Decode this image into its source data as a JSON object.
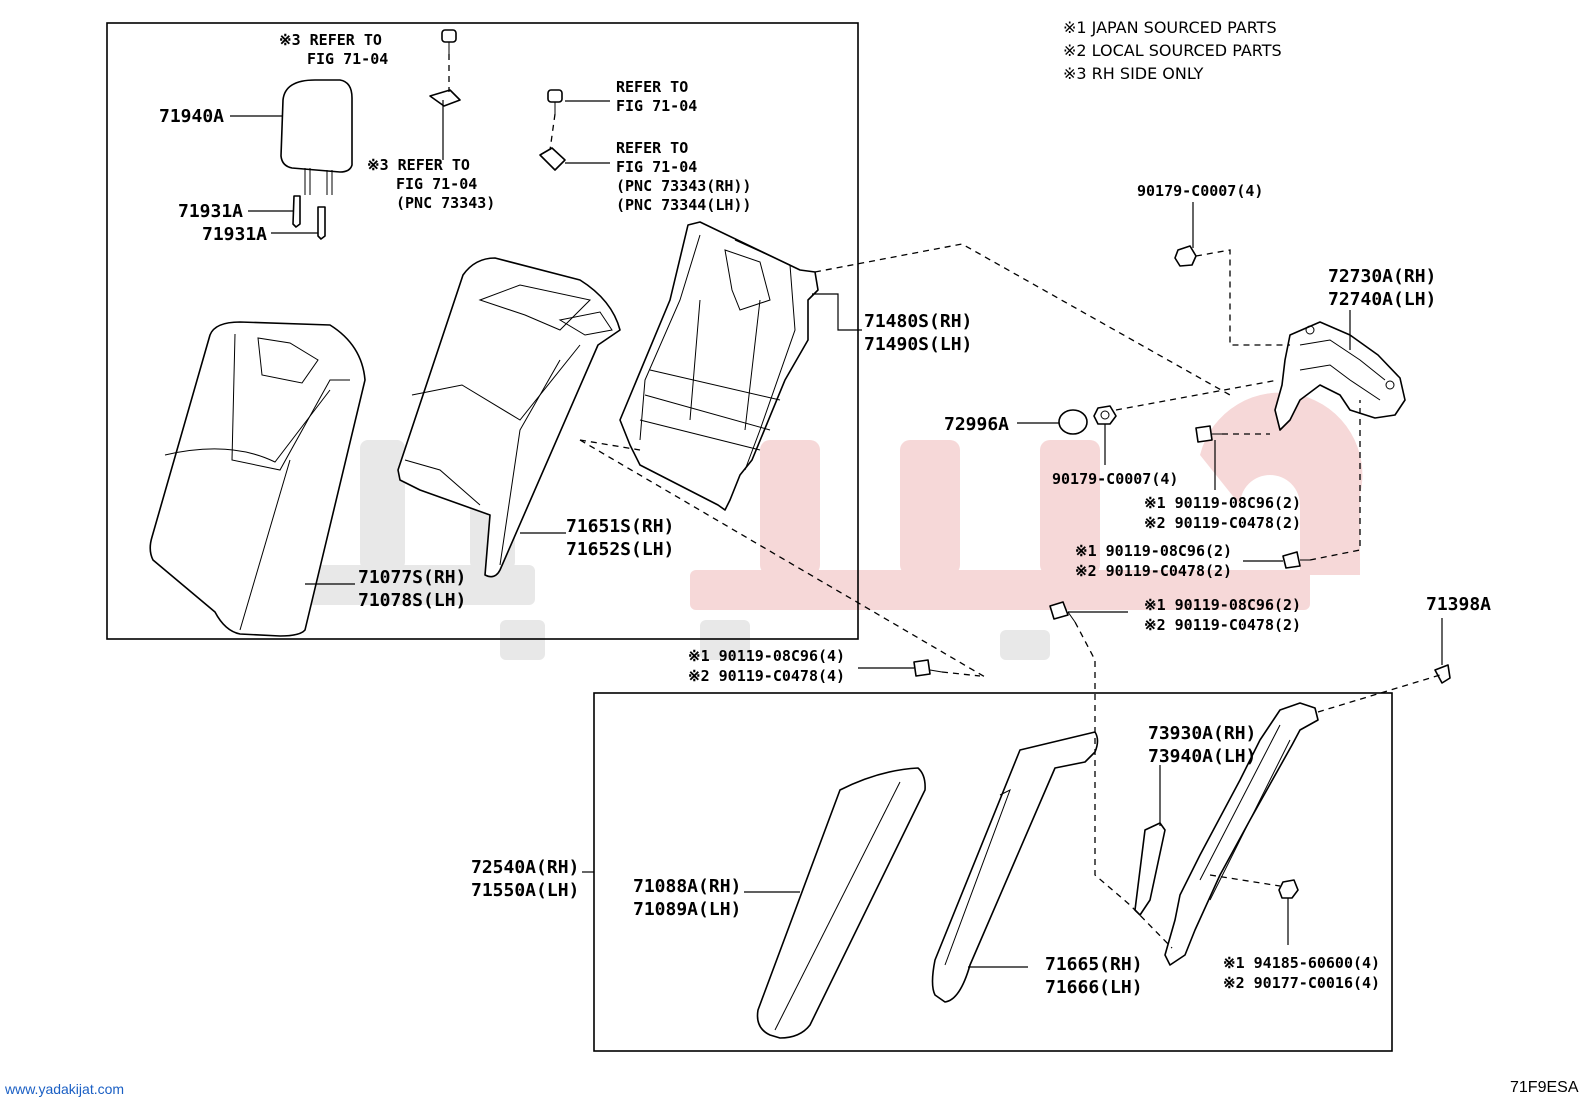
{
  "notes": {
    "note1": "※1 JAPAN SOURCED PARTS",
    "note2": "※2 LOCAL SOURCED PARTS",
    "note3": "※3 RH SIDE ONLY"
  },
  "labels": {
    "ref_a_1": "※3 REFER TO",
    "ref_a_2": "FIG 71-04",
    "ref_b_1": "REFER TO",
    "ref_b_2": "FIG 71-04",
    "ref_c_1": "※3 REFER TO",
    "ref_c_2": "FIG 71-04",
    "ref_c_3": "(PNC 73343)",
    "ref_d_1": "REFER TO",
    "ref_d_2": "FIG 71-04",
    "ref_d_3": "(PNC 73343(RH))",
    "ref_d_4": "(PNC 73344(LH))",
    "p71940A": "71940A",
    "p71931A_1": "71931A",
    "p71931A_2": "71931A",
    "p71480S": "71480S(RH)",
    "p71490S": "71490S(LH)",
    "p71651S": "71651S(RH)",
    "p71652S": "71652S(LH)",
    "p71077S": "71077S(RH)",
    "p71078S": "71078S(LH)",
    "p90179_top": "90179-C0007(4)",
    "p72730A": "72730A(RH)",
    "p72740A": "72740A(LH)",
    "p72996A": "72996A",
    "p90179_mid": "90179-C0007(4)",
    "b1_l1": "※1 90119-08C96(2)",
    "b1_l2": "※2 90119-C0478(2)",
    "b2_l1": "※1 90119-08C96(2)",
    "b2_l2": "※2 90119-C0478(2)",
    "b3_l1": "※1 90119-08C96(2)",
    "b3_l2": "※2 90119-C0478(2)",
    "b4_l1": "※1 90119-08C96(4)",
    "b4_l2": "※2 90119-C0478(4)",
    "p71398A": "71398A",
    "p73930A": "73930A(RH)",
    "p73940A": "73940A(LH)",
    "p72540A": "72540A(RH)",
    "p71550A": "71550A(LH)",
    "p71088A": "71088A(RH)",
    "p71089A": "71089A(LH)",
    "p71665": "71665(RH)",
    "p71666": "71666(LH)",
    "b5_l1": "※1 94185-60600(4)",
    "b5_l2": "※2 90177-C0016(4)"
  },
  "footer": {
    "website": "www.yadakijat.com",
    "figure_code": "71F9ESA"
  }
}
